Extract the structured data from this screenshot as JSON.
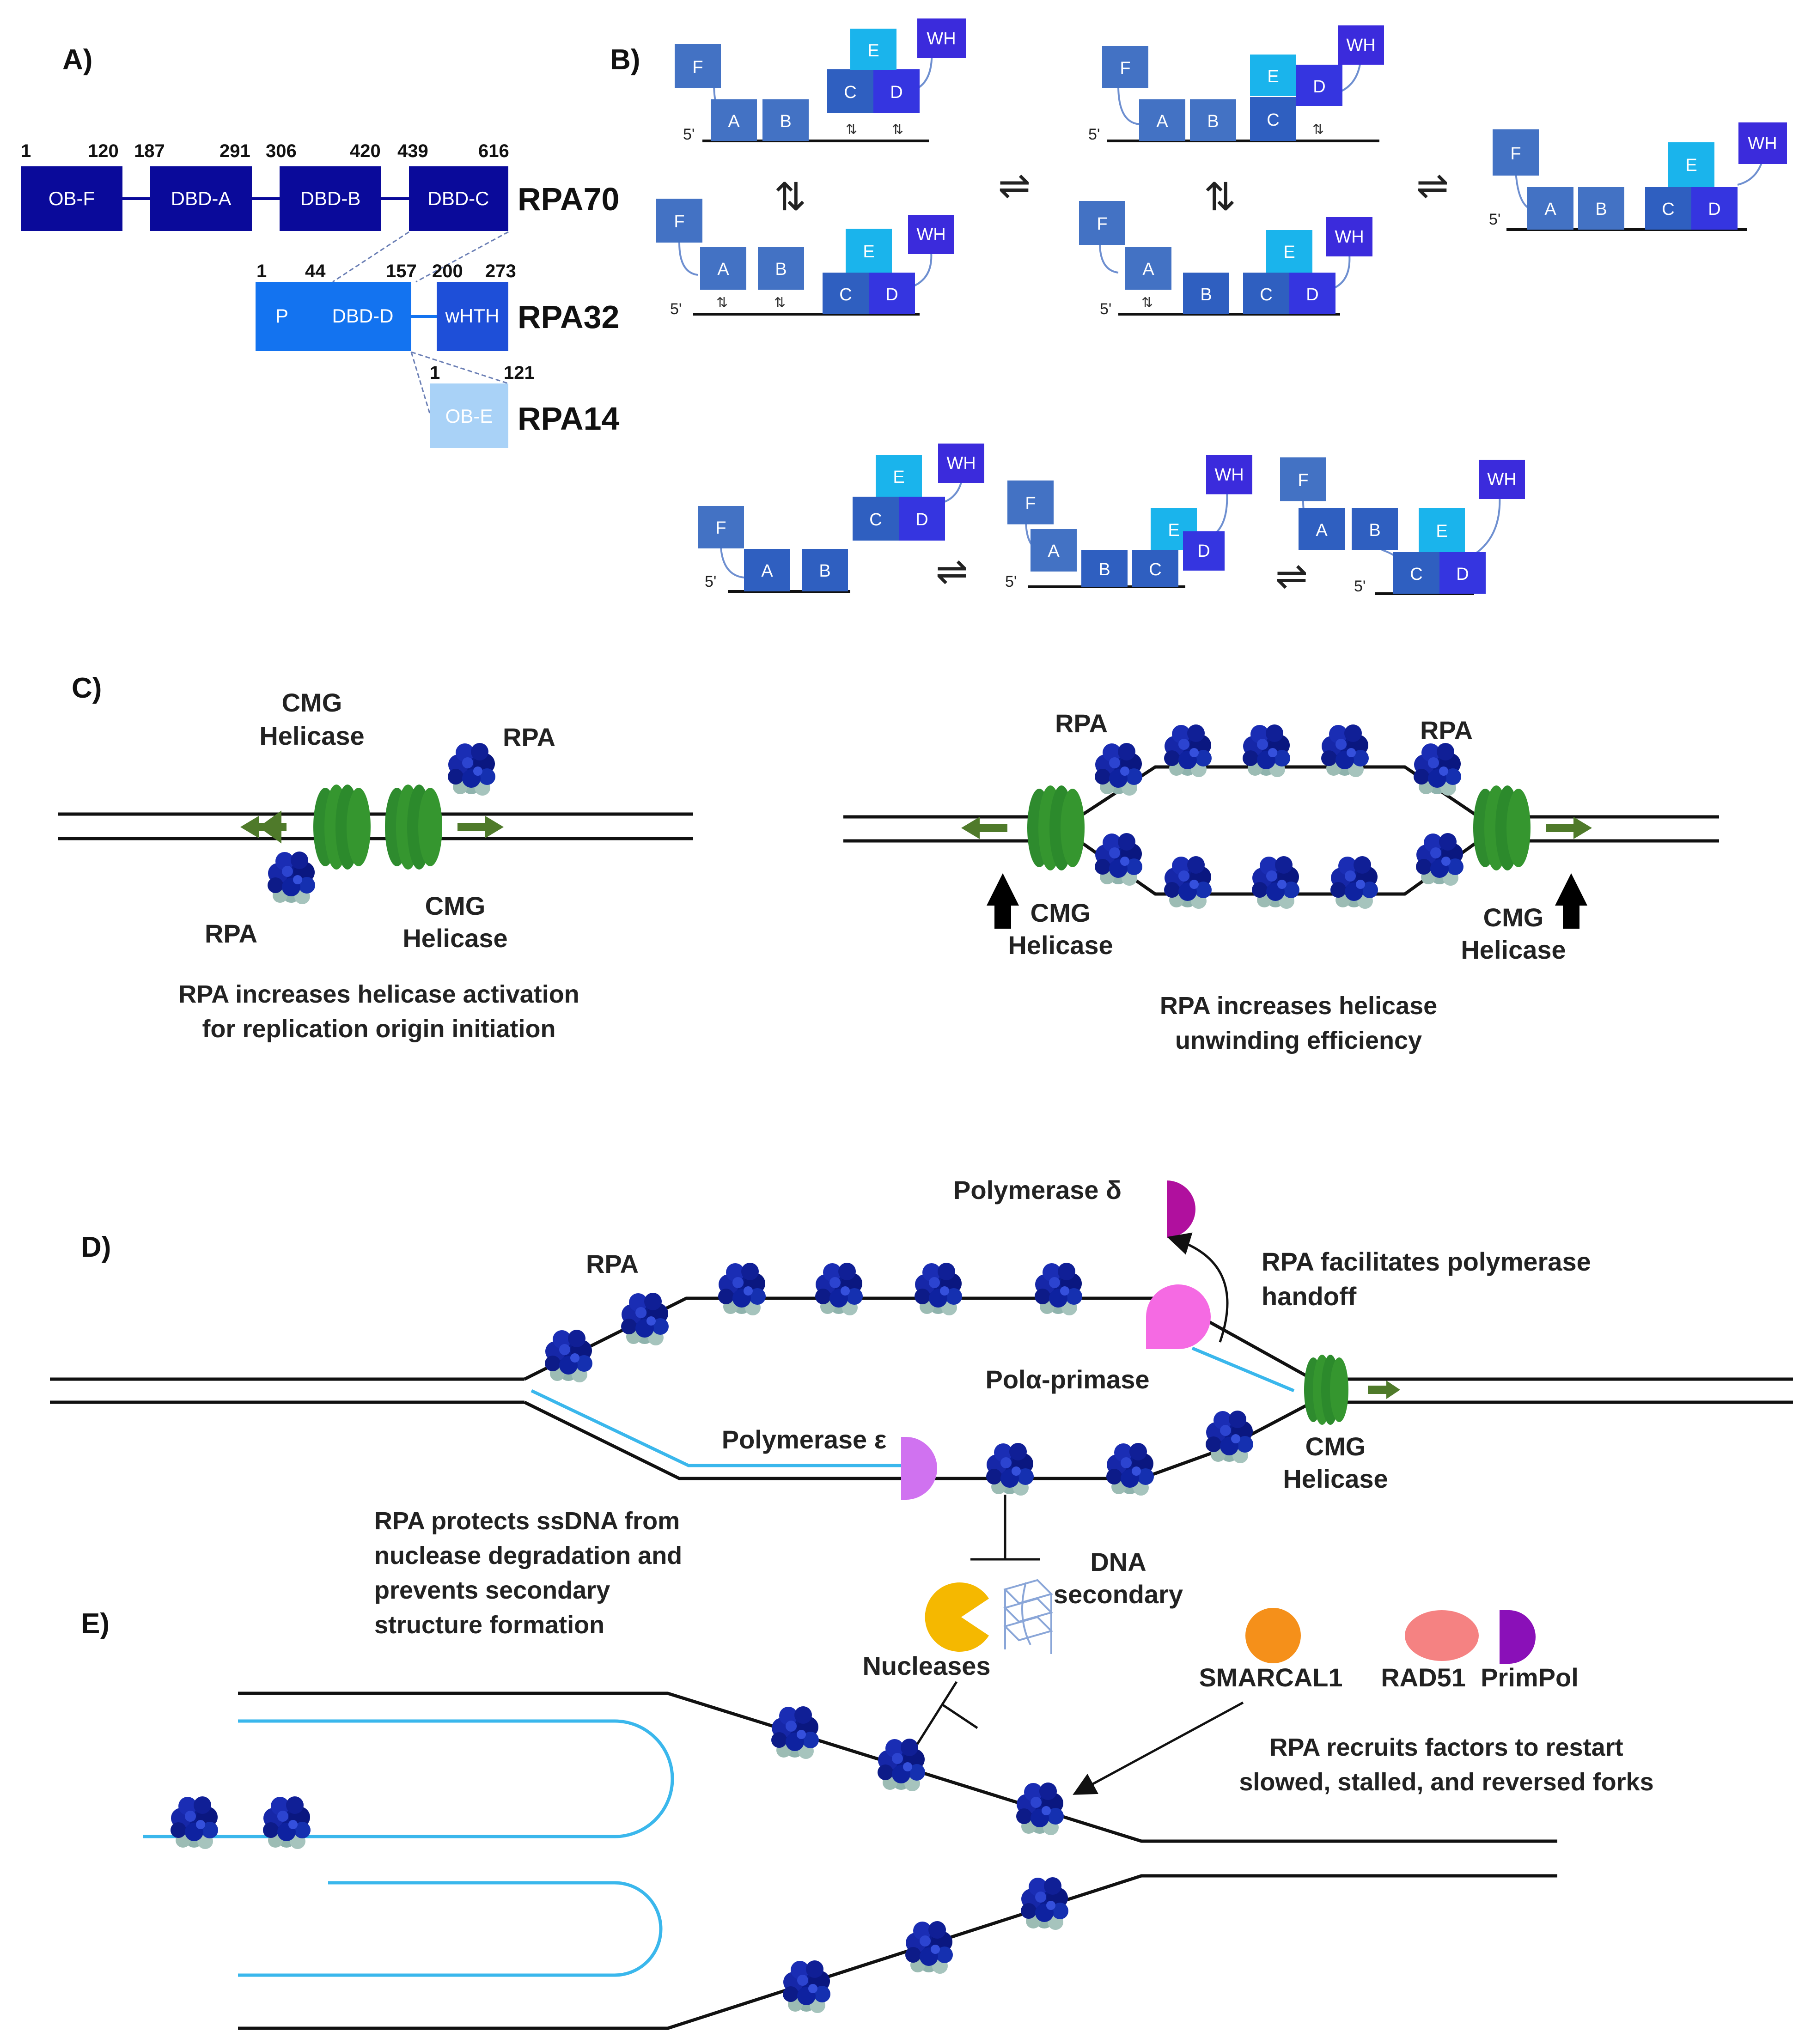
{
  "panels": {
    "a": "A)",
    "b": "B)",
    "c": "C)",
    "d": "D)",
    "e": "E)"
  },
  "panel_a": {
    "rpa70": {
      "name": "RPA70",
      "numbers": [
        "1",
        "120",
        "187",
        "291",
        "306",
        "420",
        "439",
        "616"
      ],
      "domains": [
        "OB-F",
        "DBD-A",
        "DBD-B",
        "DBD-C"
      ]
    },
    "rpa32": {
      "name": "RPA32",
      "numbers": [
        "1",
        "44",
        "157",
        "200",
        "273"
      ],
      "domains": [
        "P",
        "DBD-D",
        "wHTH"
      ]
    },
    "rpa14": {
      "name": "RPA14",
      "numbers": [
        "1",
        "121"
      ],
      "domains": [
        "OB-E"
      ]
    },
    "colors": {
      "rpa70": "#0a0a9a",
      "rpa32": "#1373f0",
      "wHTH": "#1e4fd8",
      "rpa14": "#a9d2f7"
    }
  },
  "panel_b": {
    "domain_letters": {
      "f": "F",
      "a": "A",
      "b": "B",
      "c": "C",
      "d": "D",
      "e": "E",
      "wh": "WH"
    },
    "five_prime": "5'",
    "strand_mark": "⇅",
    "equilibrium": "⇌",
    "vertical_equilibrium": "⇅",
    "colors": {
      "fab": "#4372c4",
      "c": "#2f5fc0",
      "d": "#3535e0",
      "e": "#1ab4ec",
      "wh": "#3b2bdc",
      "linker": "#6e8fd0"
    }
  },
  "panel_c": {
    "cmg_helicase": [
      "CMG",
      "Helicase"
    ],
    "rpa": "RPA",
    "caption_left": [
      "RPA increases helicase activation",
      "for replication origin initiation"
    ],
    "caption_right": [
      "RPA increases helicase",
      "unwinding efficiency"
    ],
    "colors": {
      "helicase": "#2e8b2e",
      "arrow": "#4f7a2a",
      "rpa": "#0c1f8c"
    }
  },
  "panel_d": {
    "rpa": "RPA",
    "polymerase_delta": "Polymerase δ",
    "pol_alpha": "Polα-primase",
    "polymerase_epsilon": "Polymerase ε",
    "note_handoff": [
      "RPA facilitates polymerase",
      "handoff"
    ],
    "cmg_helicase": [
      "CMG",
      "Helicase"
    ],
    "note_protect": [
      "RPA protects ssDNA from",
      "nuclease degradation and",
      "prevents secondary",
      "structure formation"
    ],
    "dna_secondary": [
      "DNA",
      "secondary"
    ],
    "nucleases": "Nucleases",
    "colors": {
      "pol_delta": "#b0109e",
      "pol_alpha": "#f56ae3",
      "pol_epsilon": "#d072f0",
      "nuclease": "#f5b800",
      "nascent": "#3ab7ec"
    }
  },
  "panel_e": {
    "factors": [
      "SMARCAL1",
      "RAD51",
      "PrimPol"
    ],
    "note_recruit": [
      "RPA recruits factors to restart",
      "slowed, stalled, and reversed forks"
    ],
    "colors": {
      "smarcal1": "#f5901a",
      "rad51": "#f58282",
      "primpol": "#8a10b8"
    }
  }
}
